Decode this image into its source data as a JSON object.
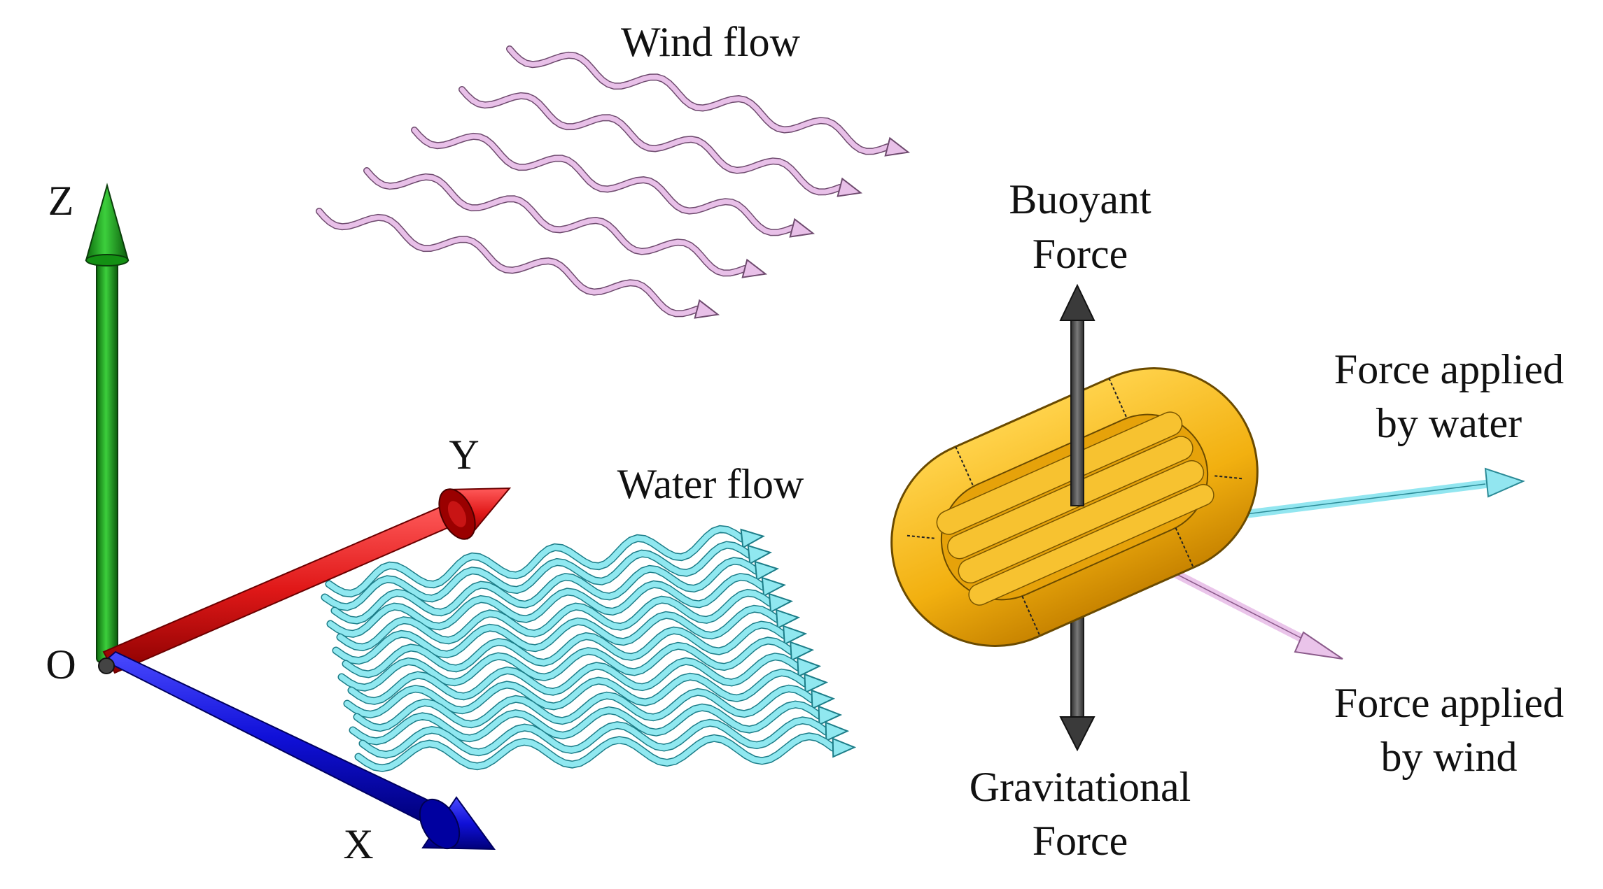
{
  "labels": {
    "wind_flow": "Wind flow",
    "water_flow": "Water flow",
    "axis_z": "Z",
    "axis_y": "Y",
    "axis_x": "X",
    "origin": "O",
    "buoyant_line1": "Buoyant",
    "buoyant_line2": "Force",
    "gravitational_line1": "Gravitational",
    "gravitational_line2": "Force",
    "water_force_line1": "Force applied",
    "water_force_line2": "by water",
    "wind_force_line1": "Force applied",
    "wind_force_line2": "by wind"
  },
  "colors": {
    "z_axis": "#1f9e1f",
    "y_axis": "#e01818",
    "x_axis": "#1010d8",
    "wind": "#e8c0e8",
    "water": "#90e8f0",
    "boat": "#f2b010",
    "vertical_force": "#555555"
  }
}
